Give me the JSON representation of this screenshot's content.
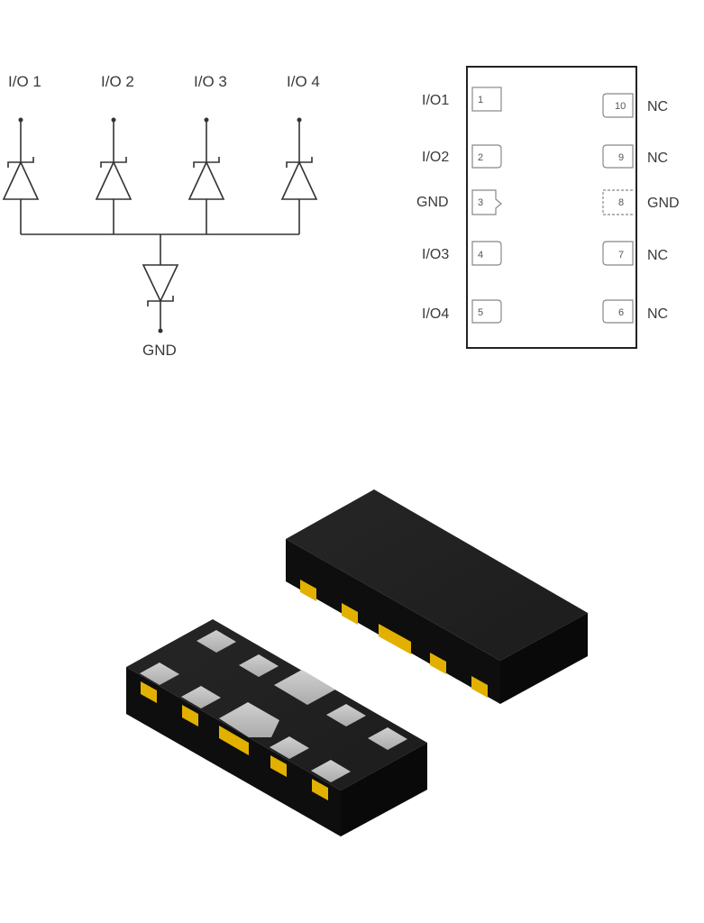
{
  "schematic": {
    "io_labels": [
      "I/O 1",
      "I/O 2",
      "I/O 3",
      "I/O 4"
    ],
    "ground_label": "GND"
  },
  "pinout": {
    "left_pins": [
      {
        "number": "1",
        "label": "I/O1"
      },
      {
        "number": "2",
        "label": "I/O2"
      },
      {
        "number": "3",
        "label": "GND"
      },
      {
        "number": "4",
        "label": "I/O3"
      },
      {
        "number": "5",
        "label": "I/O4"
      }
    ],
    "right_pins": [
      {
        "number": "10",
        "label": "NC"
      },
      {
        "number": "9",
        "label": "NC"
      },
      {
        "number": "8",
        "label": "GND"
      },
      {
        "number": "7",
        "label": "NC"
      },
      {
        "number": "6",
        "label": "NC"
      }
    ]
  },
  "package_render": {
    "body_color": "#1e1e1e",
    "pad_gold_color": "#e2b100",
    "pad_silver_color": "#bdbdbd"
  }
}
